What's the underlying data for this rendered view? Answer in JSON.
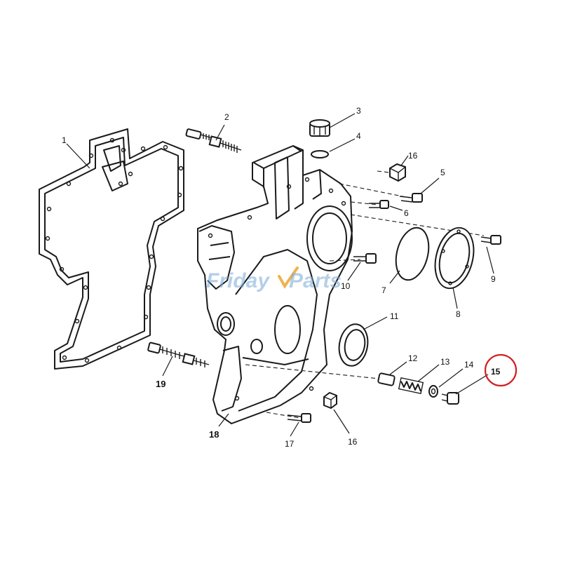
{
  "watermark": {
    "text_left": "Friday",
    "text_right": "Parts",
    "color": "#7aa9d6"
  },
  "highlight_color": "#d22020",
  "callouts": {
    "c1": "1",
    "c2": "2",
    "c3": "3",
    "c4": "4",
    "c5": "5",
    "c6": "6",
    "c7": "7",
    "c8": "8",
    "c9": "9",
    "c10": "10",
    "c11": "11",
    "c12": "12",
    "c13": "13",
    "c14": "14",
    "c15": "15",
    "c16a": "16",
    "c16b": "16",
    "c17": "17",
    "c18": "18",
    "c19": "19"
  }
}
